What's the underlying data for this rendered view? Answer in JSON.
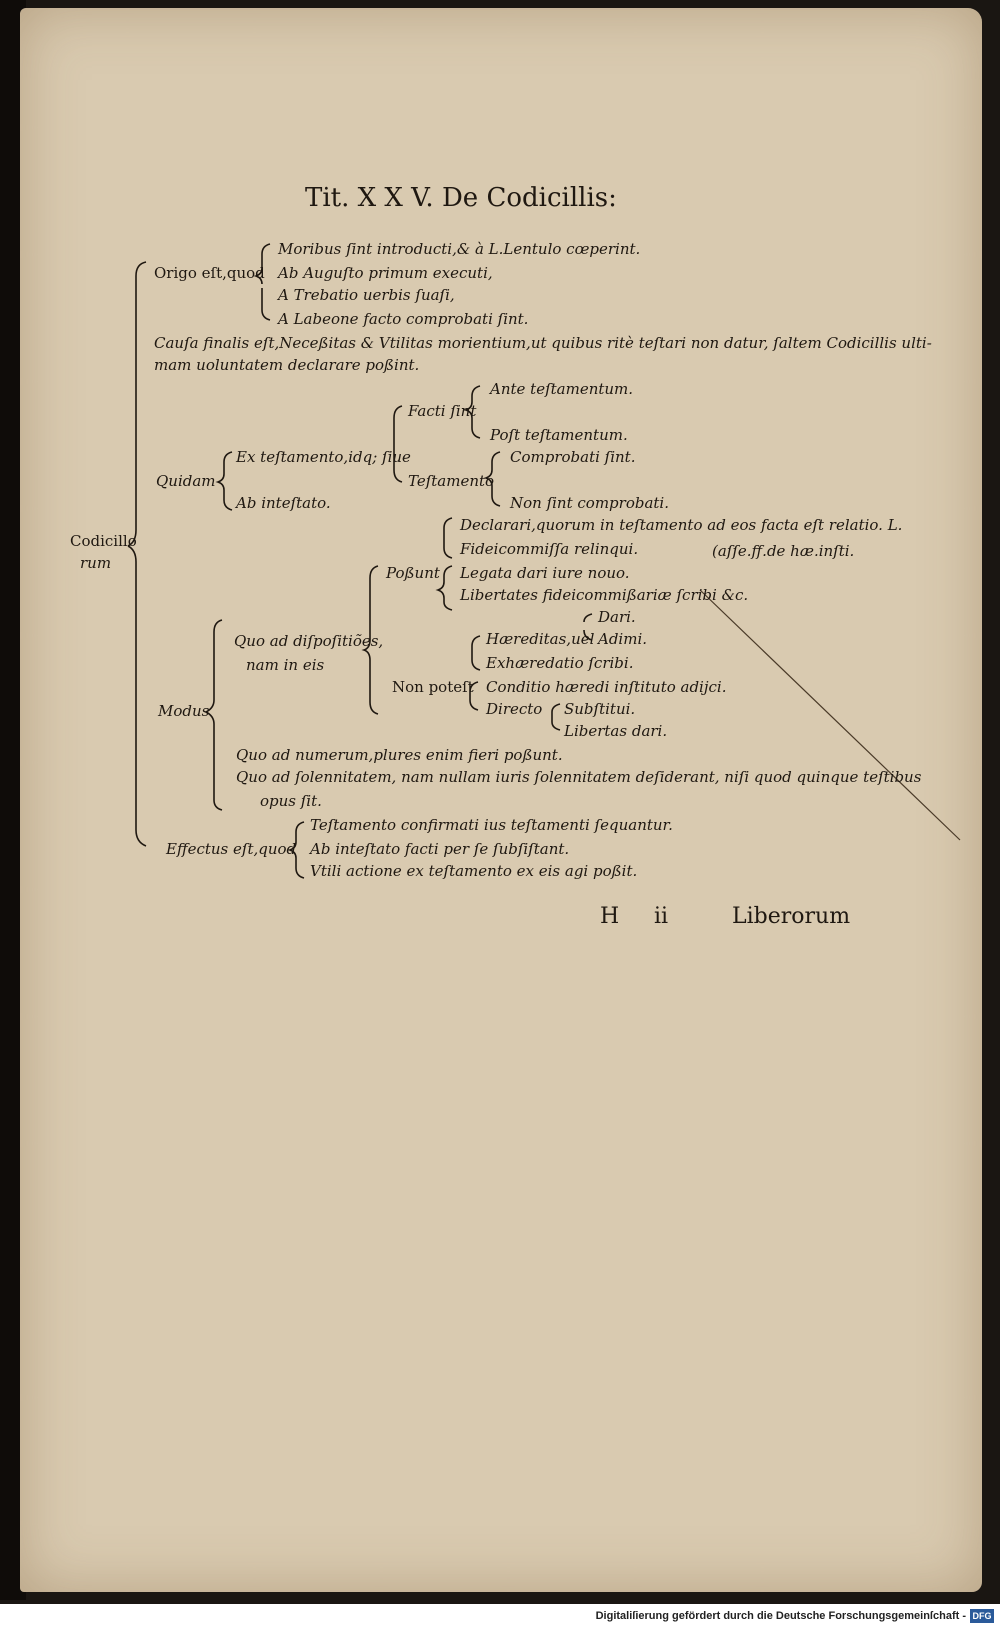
{
  "title": "Tit. X X V. De Codicillis:",
  "tree": {
    "root": [
      "Codicillo",
      "rum"
    ],
    "origo": {
      "label": "Origo eſt,quod",
      "items": [
        "Moribus ſint introducti,& à L.Lentulo cœperint.",
        "Ab Auguſto primum executi,",
        "A Trebatio uerbis ſuaſi,",
        "A Labeone facto comprobati ſint."
      ]
    },
    "causa": [
      "Cauſa finalis eſt,Neceßitas & Vtilitas morientium,ut quibus ritè teſtari non datur, ſaltem Codicillis ulti-",
      "mam uoluntatem declarare poßint."
    ],
    "quidam": {
      "label": "Quidam",
      "items": [
        "Ex teſtamento,idq; ſiue",
        "Ab inteſtato."
      ],
      "facti": {
        "label": "Facti ſint",
        "items": [
          "Ante teſtamentum.",
          "Poſt teſtamentum."
        ]
      },
      "testamento": {
        "label": "Teſtamento",
        "items": [
          "Comprobati ſint.",
          "Non ſint comprobati."
        ]
      }
    },
    "modus": {
      "label": "Modus",
      "dispositio": [
        "Quo ad diſpoſitiões,",
        "nam in eis"
      ],
      "possunt": {
        "label": "Poßunt",
        "items": [
          "Declarari,quorum in teſtamento ad eos facta eſt relatio. L.",
          "Fideicommiſſa relinqui.",
          "(aſſe.ff.de hæ.inſti.",
          "Legata dari iure nouo.",
          "Libertates fideicommißariæ ſcribi &c."
        ]
      },
      "non_potest": {
        "label": "Non poteſt",
        "items": [
          "Dari.",
          "Hæreditas,uel",
          "Adimi.",
          "Exhæredatio ſcribi.",
          "Conditio hæredi inſtituto adijci.",
          "Directo",
          "Subſtitui.",
          "Libertas dari."
        ]
      },
      "numerus": "Quo ad numerum,plures enim fieri poßunt.",
      "solennitas": [
        "Quo ad ſolennitatem, nam nullam iuris ſolennitatem deſiderant, niſi quod quinque teſtibus",
        "opus ſit."
      ]
    },
    "effectus": {
      "label": "Effectus eſt,quod",
      "items": [
        "Teſtamento confirmati ius teſtamenti ſequantur.",
        "Ab inteſtato facti per ſe ſubſiſtant.",
        "Vtili actione ex teſtamento ex eis agi poßit."
      ]
    }
  },
  "footer": {
    "signature": "H",
    "signature_num": "ii",
    "catchword": "Liberorum"
  },
  "digitization_note": "Digitaliſierung gefördert durch die Deutsche Forschungsgemeinſchaft -",
  "dfg_logo": "DFG"
}
